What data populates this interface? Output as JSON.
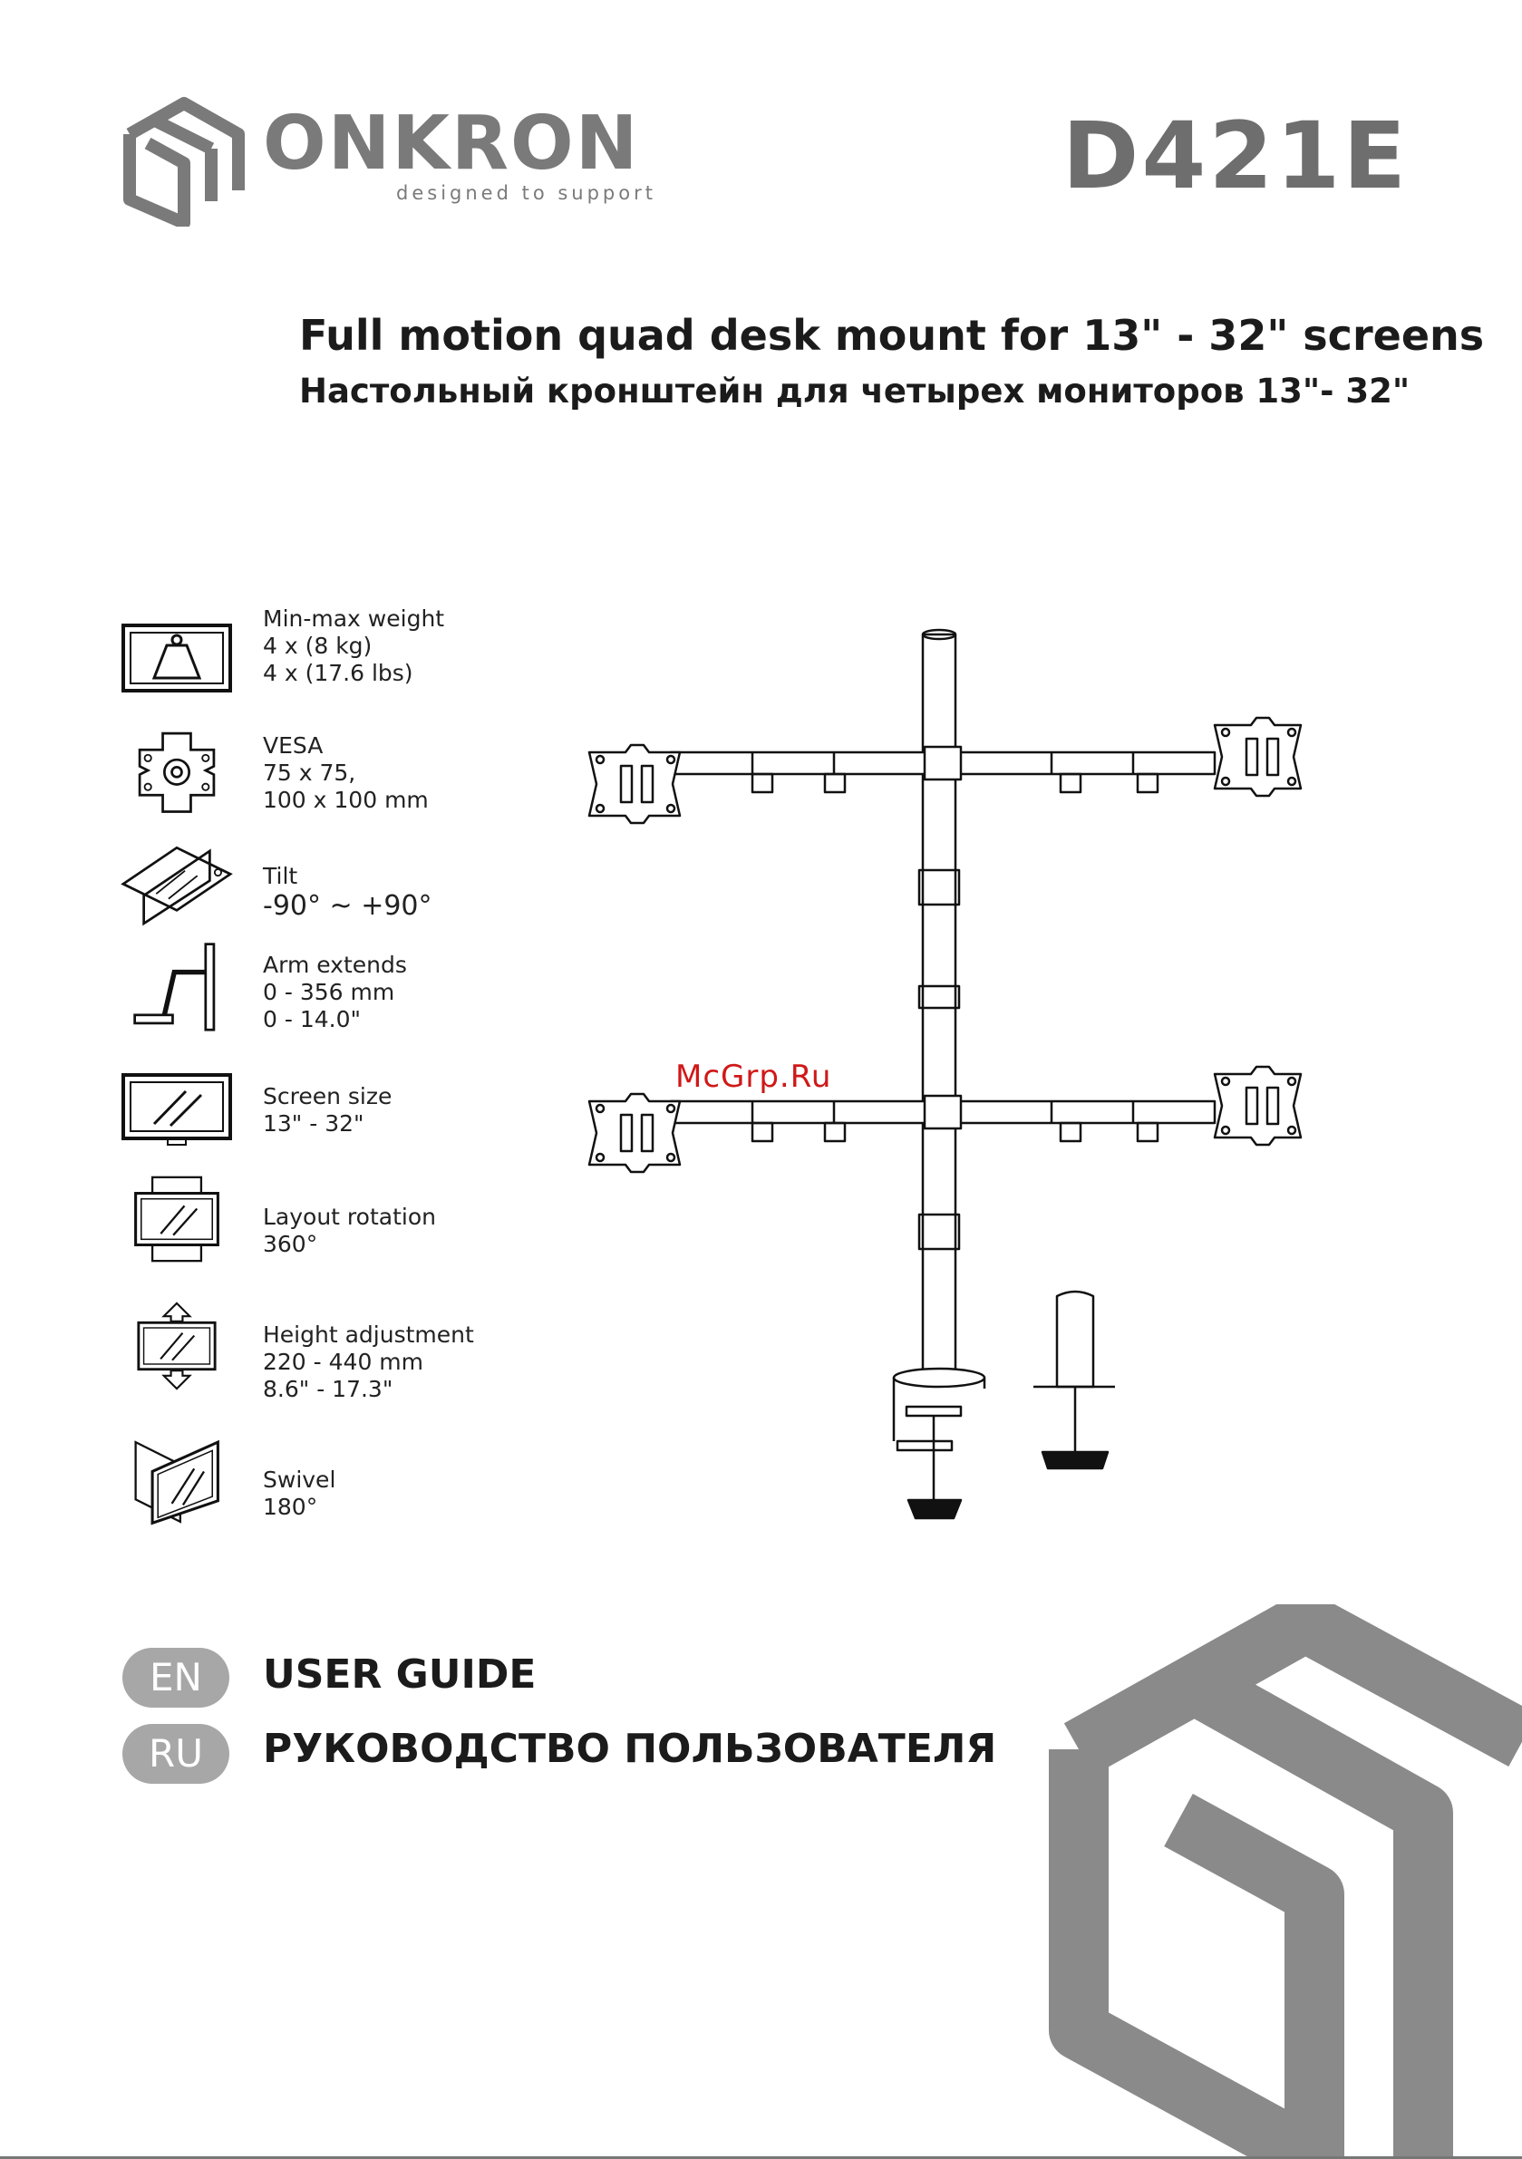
{
  "header": {
    "brand": "ONKRON",
    "tagline": "designed to support",
    "model": "D421E",
    "logo_icon": "onkron-cube-logo-icon"
  },
  "titles": {
    "en": "Full motion quad desk mount for 13\" - 32\" screens",
    "ru": "Настольный кронштейн для четырех мониторов 13\"- 32\""
  },
  "specs": [
    {
      "icon": "weight-icon",
      "label": "Min-max weight",
      "lines": [
        "4 x (8 kg)",
        "4 x (17.6 lbs)"
      ]
    },
    {
      "icon": "vesa-plate-icon",
      "label": "VESA",
      "lines": [
        "75 x 75,",
        "100 x 100 mm"
      ]
    },
    {
      "icon": "tilt-icon",
      "label": "Tilt",
      "lines": [
        "-90° ~ +90°"
      ]
    },
    {
      "icon": "arm-extends-icon",
      "label": "Arm extends",
      "lines": [
        "0 - 356 mm",
        "0 - 14.0\""
      ]
    },
    {
      "icon": "screen-size-icon",
      "label": "Screen size",
      "lines": [
        "13\" - 32\""
      ]
    },
    {
      "icon": "layout-rotation-icon",
      "label": "Layout rotation",
      "lines": [
        "360°"
      ]
    },
    {
      "icon": "height-adjustment-icon",
      "label": "Height adjustment",
      "lines": [
        "220 - 440 mm",
        "8.6\" - 17.3\""
      ]
    },
    {
      "icon": "swivel-icon",
      "label": "Swivel",
      "lines": [
        "180°"
      ]
    }
  ],
  "watermark": "McGrp.Ru",
  "guide": [
    {
      "code": "EN",
      "text": "USER GUIDE"
    },
    {
      "code": "RU",
      "text": "РУКОВОДСТВО ПОЛЬЗОВАТЕЛЯ"
    }
  ],
  "colors": {
    "brand_gray": "#7a7a7a",
    "pill_gray": "#a7a7a7",
    "watermark_red": "#d01818"
  }
}
